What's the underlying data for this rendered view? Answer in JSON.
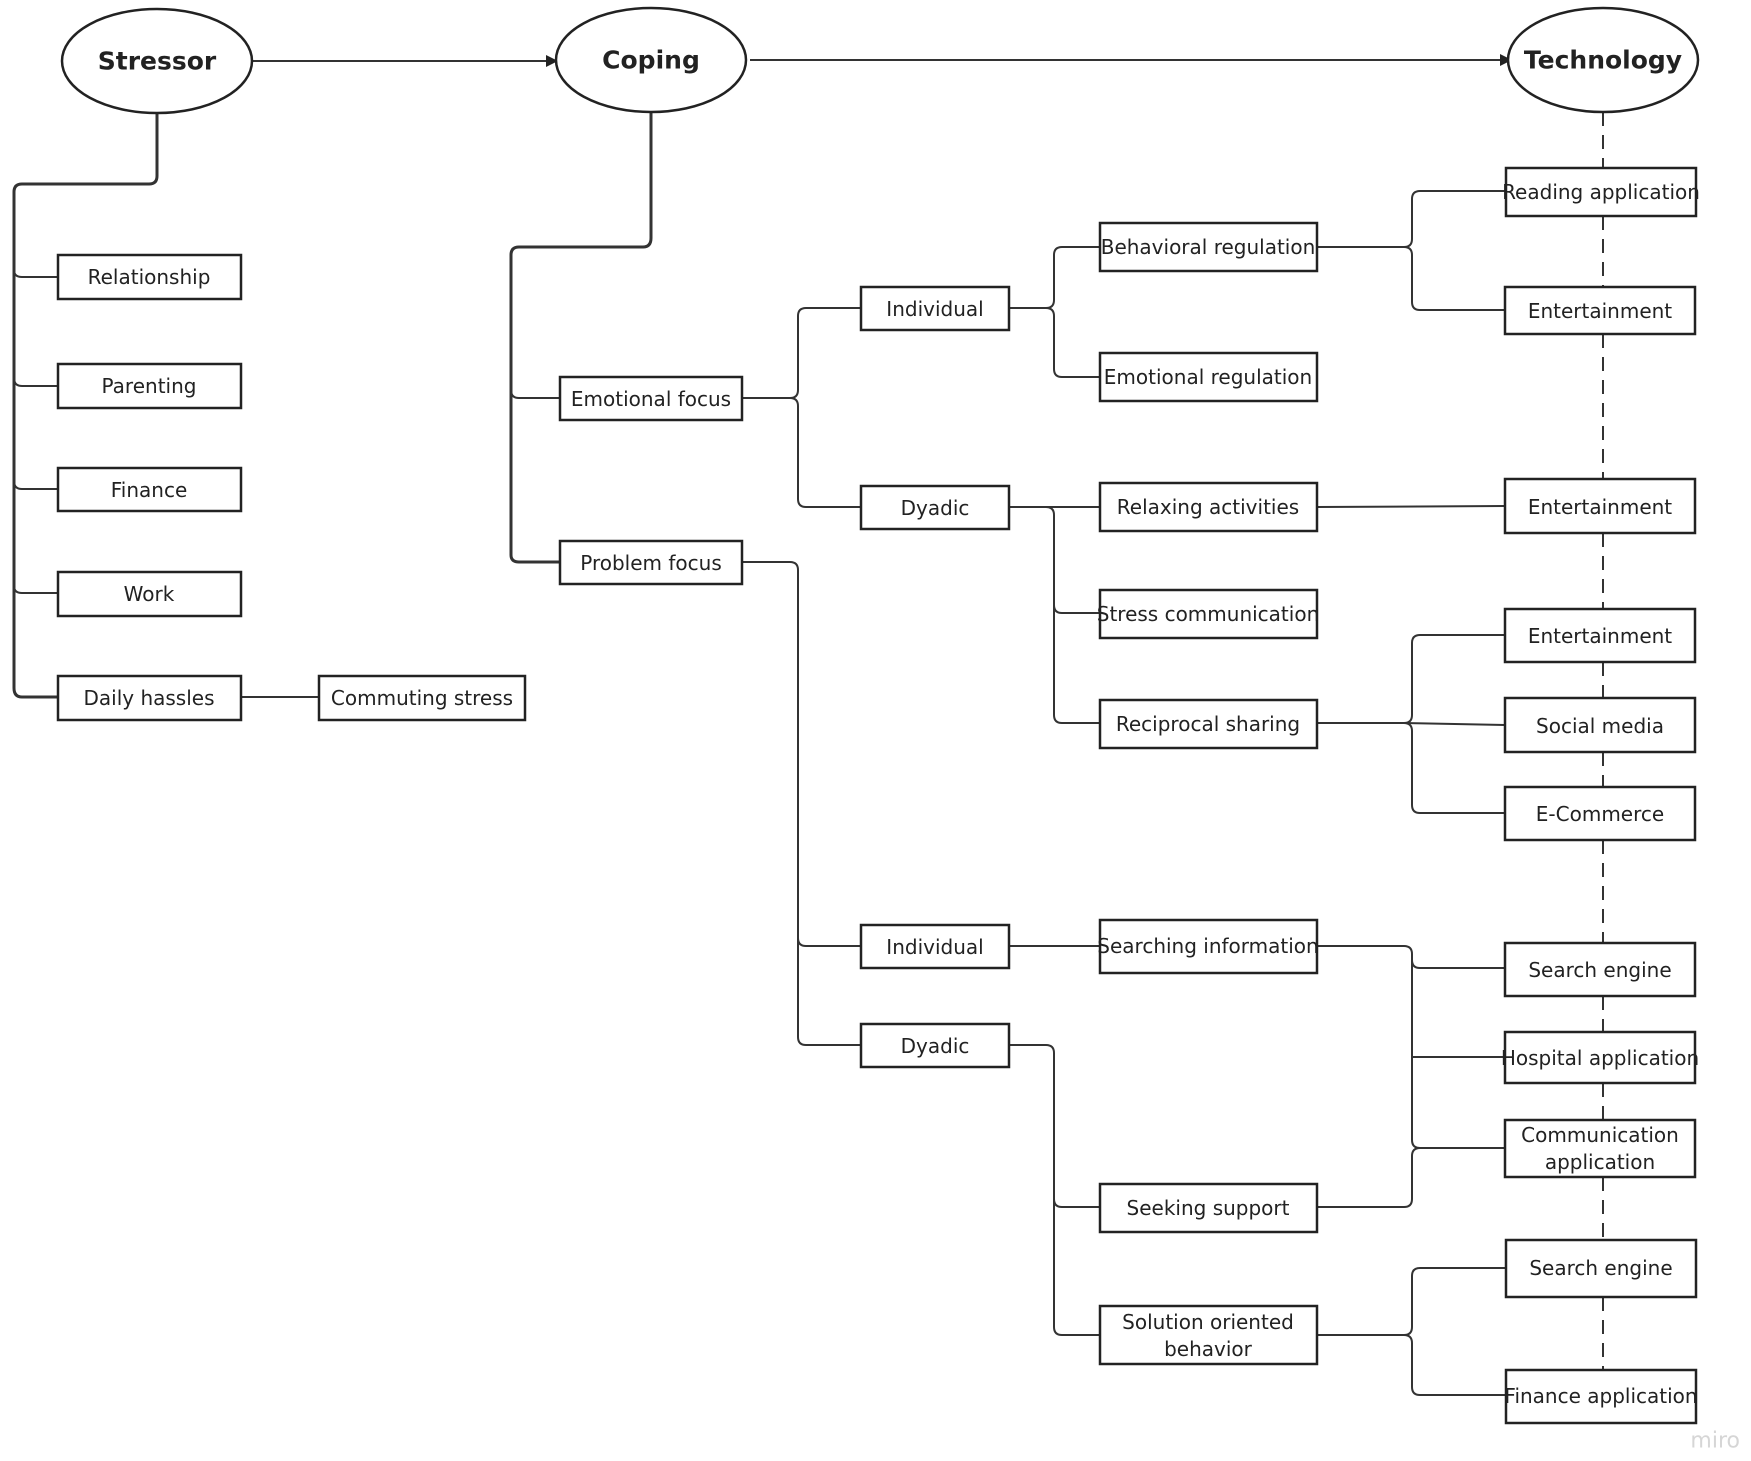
{
  "headers": {
    "stressor": "Stressor",
    "coping": "Coping",
    "technology": "Technology"
  },
  "stressors": {
    "relationship": "Relationship",
    "parenting": "Parenting",
    "finance": "Finance",
    "work": "Work",
    "daily_hassles": "Daily hassles",
    "commuting_stress": "Commuting stress"
  },
  "coping": {
    "emotional_focus": "Emotional focus",
    "problem_focus": "Problem focus",
    "ef_individual": "Individual",
    "ef_dyadic": "Dyadic",
    "pf_individual": "Individual",
    "pf_dyadic": "Dyadic",
    "behavioral_regulation": "Behavioral regulation",
    "emotional_regulation": "Emotional regulation",
    "relaxing_activities": "Relaxing activities",
    "stress_communication": "Stress communication",
    "reciprocal_sharing": "Reciprocal sharing",
    "searching_information": "Searching information",
    "seeking_support": "Seeking support",
    "solution_oriented": [
      "Solution oriented",
      "behavior"
    ]
  },
  "technology": {
    "reading_application": "Reading application",
    "entertainment_1": "Entertainment",
    "entertainment_2": "Entertainment",
    "entertainment_3": "Entertainment",
    "social_media": "Social media",
    "e_commerce": "E-Commerce",
    "search_engine_1": "Search engine",
    "hospital_application": "Hospital application",
    "communication_application": [
      "Communication",
      "application"
    ],
    "search_engine_2": "Search engine",
    "finance_application": "Finance application"
  },
  "brand": "miro",
  "colors": {
    "line": "#333333",
    "box_stroke": "#222222",
    "text": "#222222",
    "background": "#ffffff"
  }
}
